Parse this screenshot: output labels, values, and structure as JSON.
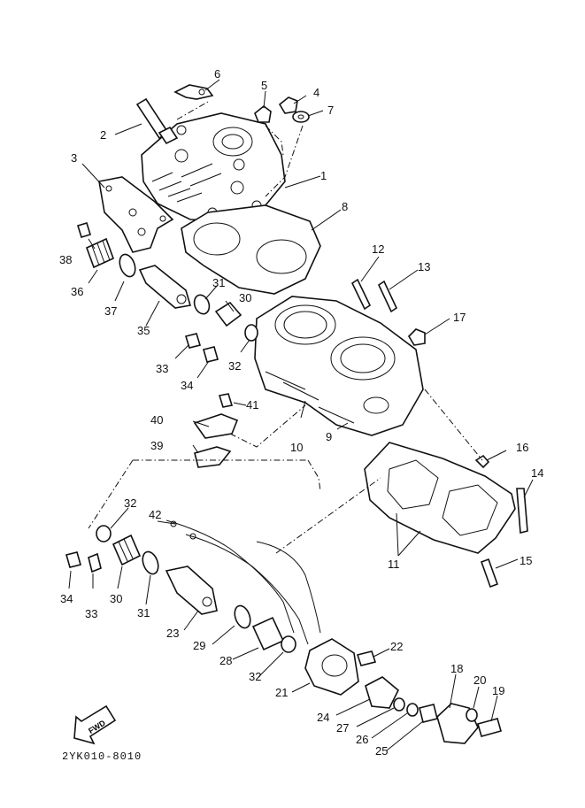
{
  "drawing_code": "2YK010-8010",
  "fwd_label": "FWD",
  "callouts": [
    {
      "id": "p1",
      "text": "1"
    },
    {
      "id": "p2",
      "text": "2"
    },
    {
      "id": "p3",
      "text": "3"
    },
    {
      "id": "p4",
      "text": "4"
    },
    {
      "id": "p5",
      "text": "5"
    },
    {
      "id": "p6",
      "text": "6"
    },
    {
      "id": "p7",
      "text": "7"
    },
    {
      "id": "p8",
      "text": "8"
    },
    {
      "id": "p9",
      "text": "9"
    },
    {
      "id": "p10",
      "text": "10"
    },
    {
      "id": "p11",
      "text": "11"
    },
    {
      "id": "p12",
      "text": "12"
    },
    {
      "id": "p13",
      "text": "13"
    },
    {
      "id": "p14",
      "text": "14"
    },
    {
      "id": "p15",
      "text": "15"
    },
    {
      "id": "p16",
      "text": "16"
    },
    {
      "id": "p17",
      "text": "17"
    },
    {
      "id": "p18",
      "text": "18"
    },
    {
      "id": "p19",
      "text": "19"
    },
    {
      "id": "p20",
      "text": "20"
    },
    {
      "id": "p21",
      "text": "21"
    },
    {
      "id": "p22",
      "text": "22"
    },
    {
      "id": "p23",
      "text": "23"
    },
    {
      "id": "p24",
      "text": "24"
    },
    {
      "id": "p25",
      "text": "25"
    },
    {
      "id": "p26",
      "text": "26"
    },
    {
      "id": "p27",
      "text": "27"
    },
    {
      "id": "p28",
      "text": "28"
    },
    {
      "id": "p29",
      "text": "29"
    },
    {
      "id": "p30a",
      "text": "30"
    },
    {
      "id": "p31a",
      "text": "31"
    },
    {
      "id": "p32a",
      "text": "32"
    },
    {
      "id": "p33a",
      "text": "33"
    },
    {
      "id": "p34a",
      "text": "34"
    },
    {
      "id": "p35",
      "text": "35"
    },
    {
      "id": "p36",
      "text": "36"
    },
    {
      "id": "p37",
      "text": "37"
    },
    {
      "id": "p38",
      "text": "38"
    },
    {
      "id": "p39",
      "text": "39"
    },
    {
      "id": "p40",
      "text": "40"
    },
    {
      "id": "p41",
      "text": "41"
    },
    {
      "id": "p42",
      "text": "42"
    },
    {
      "id": "p32b",
      "text": "32"
    },
    {
      "id": "p30b",
      "text": "30"
    },
    {
      "id": "p31b",
      "text": "31"
    },
    {
      "id": "p32c",
      "text": "32"
    },
    {
      "id": "p33b",
      "text": "33"
    },
    {
      "id": "p34b",
      "text": "34"
    }
  ]
}
